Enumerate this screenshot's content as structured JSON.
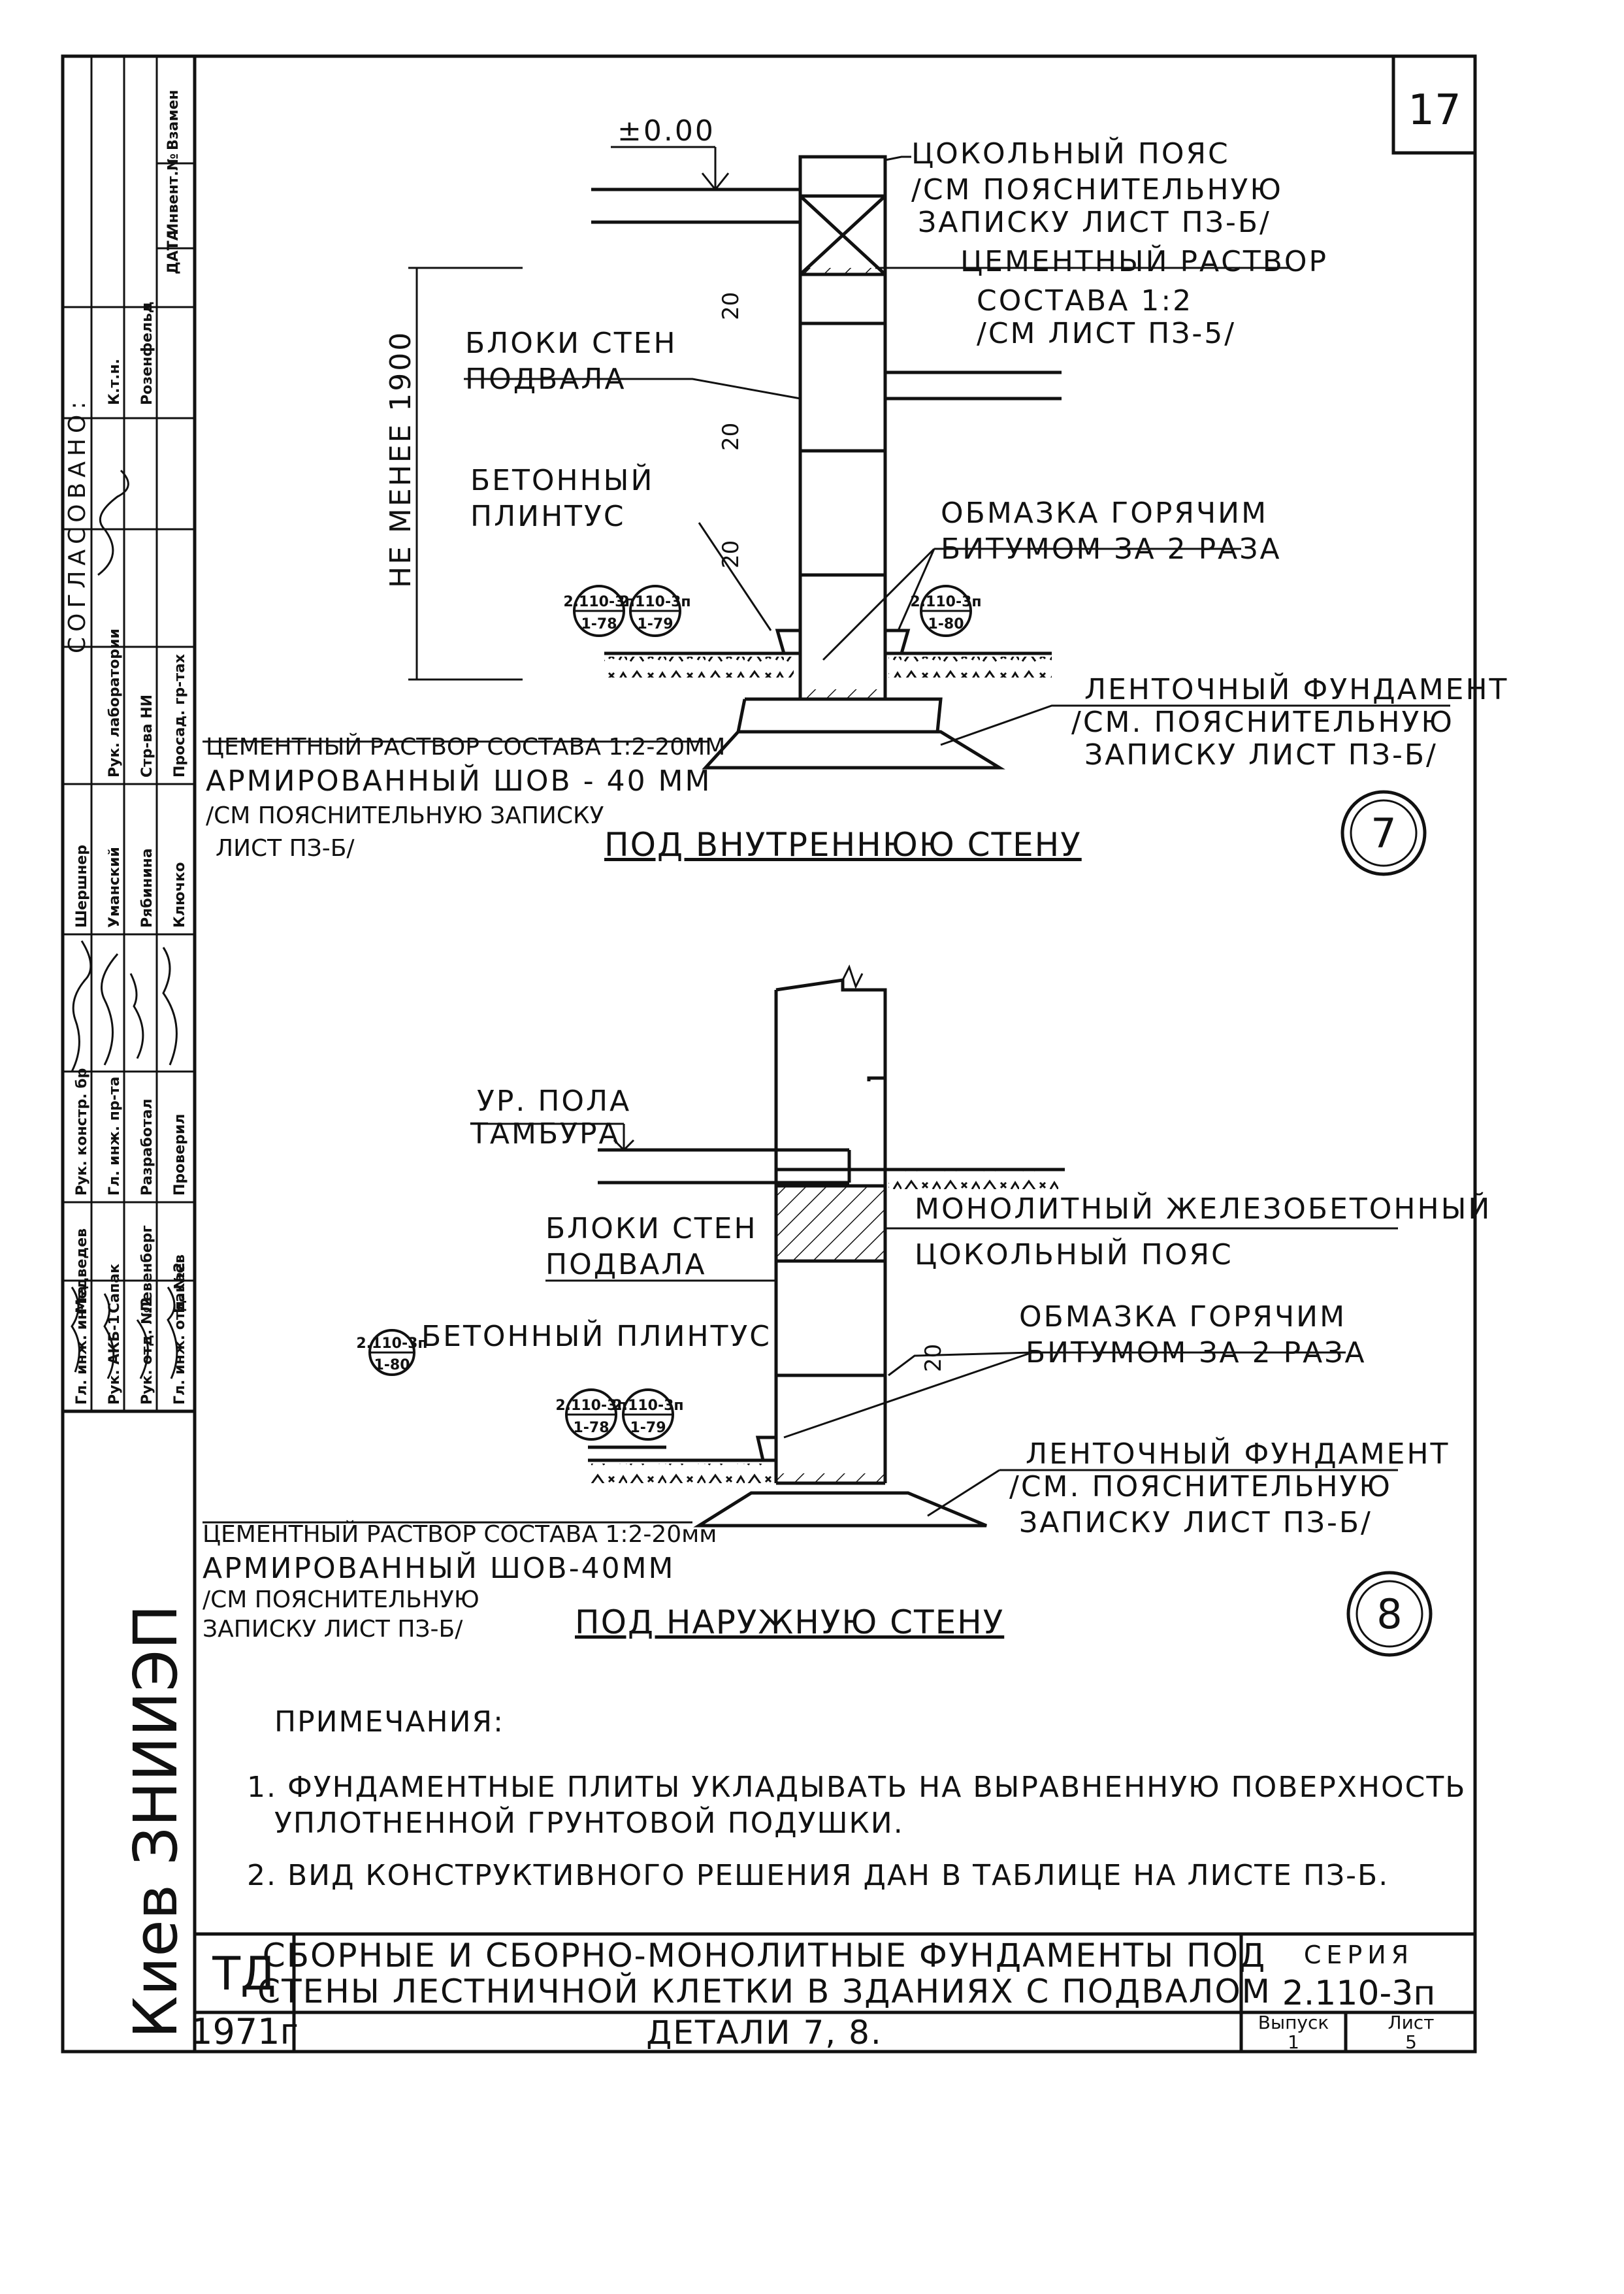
{
  "sheet_number": "17",
  "detail7": {
    "elevation": "±0.00",
    "labels": {
      "plinth_belt": "ЦОКОЛЬНЫЙ ПОЯС",
      "plinth_belt_ref_1": "/СМ ПОЯСНИТЕЛЬНУЮ",
      "plinth_belt_ref_2": "ЗАПИСКУ ЛИСТ ПЗ-Б/",
      "cement_mortar": "ЦЕМЕНТНЫЙ РАСТВОР",
      "cement_mortar_ref_1": "СОСТАВА 1:2",
      "cement_mortar_ref_2": "/СМ ЛИСТ ПЗ-5/",
      "wall_blocks_1": "БЛОКИ СТЕН",
      "wall_blocks_2": "ПОДВАЛА",
      "min_height": "НЕ МЕНЕЕ 1900",
      "concrete_plinth_1": "БЕТОННЫЙ",
      "concrete_plinth_2": "ПЛИНТУС",
      "bitumen_1": "ОБМАЗКА ГОРЯЧИМ",
      "bitumen_2": "БИТУМОМ ЗА 2 РАЗА",
      "strip_foundation": "ЛЕНТОЧНЫЙ ФУНДАМЕНТ",
      "strip_foundation_ref_1": "/СМ. ПОЯСНИТЕЛЬНУЮ",
      "strip_foundation_ref_2": "ЗАПИСКУ ЛИСТ ПЗ-Б/",
      "mortar_joint": "ЦЕМЕНТНЫЙ РАСТВОР СОСТАВА 1:2-20ММ",
      "reinforced_seam": "АРМИРОВАННЫЙ ШОВ - 40 ММ",
      "reinforced_seam_ref_1": "/СМ ПОЯСНИТЕЛЬНУЮ ЗАПИСКУ",
      "reinforced_seam_ref_2": "ЛИСТ ПЗ-Б/",
      "caption": "ПОД ВНУТРЕННЮЮ СТЕНУ",
      "detail_number": "7",
      "dim_20": "20"
    },
    "refs": [
      {
        "top": "2.110-3п",
        "bottom": "1-78"
      },
      {
        "top": "2.110-3п",
        "bottom": "1-79"
      },
      {
        "top": "2.110-3п",
        "bottom": "1-80"
      }
    ]
  },
  "detail8": {
    "labels": {
      "floor_level_1": "УР. ПОЛА",
      "floor_level_2": "ТАМБУРА",
      "wall_blocks_1": "БЛОКИ СТЕН",
      "wall_blocks_2": "ПОДВАЛА",
      "monolithic_belt_1": "МОНОЛИТНЫЙ ЖЕЛЕЗОБЕТОННЫЙ",
      "monolithic_belt_2": "ЦОКОЛЬНЫЙ ПОЯС",
      "concrete_plinth": "БЕТОННЫЙ ПЛИНТУС",
      "bitumen_1": "ОБМАЗКА ГОРЯЧИМ",
      "bitumen_2": "БИТУМОМ ЗА 2 РАЗА",
      "strip_foundation": "ЛЕНТОЧНЫЙ ФУНДАМЕНТ",
      "strip_foundation_ref_1": "/СМ. ПОЯСНИТЕЛЬНУЮ",
      "strip_foundation_ref_2": "ЗАПИСКУ ЛИСТ ПЗ-Б/",
      "mortar_joint": "ЦЕМЕНТНЫЙ РАСТВОР СОСТАВА 1:2-20мм",
      "reinforced_seam": "АРМИРОВАННЫЙ ШОВ-40ММ",
      "reinforced_seam_ref_1": "/СМ ПОЯСНИТЕЛЬНУЮ",
      "reinforced_seam_ref_2": "ЗАПИСКУ ЛИСТ ПЗ-Б/",
      "caption": "ПОД НАРУЖНУЮ СТЕНУ",
      "detail_number": "8",
      "dim_20": "20"
    },
    "refs": [
      {
        "top": "2.110-3п",
        "bottom": "1-80"
      },
      {
        "top": "2.110-3п",
        "bottom": "1-78"
      },
      {
        "top": "2.110-3п",
        "bottom": "1-79"
      }
    ]
  },
  "notes": {
    "heading": "ПРИМЕЧАНИЯ:",
    "items": [
      "1. ФУНДАМЕНТНЫЕ ПЛИТЫ УКЛАДЫВАТЬ НА ВЫРАВНЕННУЮ ПОВЕРХНОСТЬ",
      "УПЛОТНЕННОЙ ГРУНТОВОЙ ПОДУШКИ.",
      "2. ВИД КОНСТРУКТИВНОГО РЕШЕНИЯ ДАН В ТАБЛИЦЕ НА ЛИСТЕ ПЗ-Б."
    ]
  },
  "title_block": {
    "code": "ТД",
    "year": "1971г",
    "title_1": "СБОРНЫЕ И СБОРНО-МОНОЛИТНЫЕ ФУНДАМЕНТЫ ПОД",
    "title_2": "СТЕНЫ ЛЕСТНИЧНОЙ КЛЕТКИ В ЗДАНИЯХ С ПОДВАЛОМ",
    "subtitle": "ДЕТАЛИ 7, 8.",
    "series_label": "СЕРИЯ",
    "series_value": "2.110-3п",
    "issue_label": "Выпуск",
    "issue_value": "1",
    "sheet_label": "Лист",
    "sheet_value": "5"
  },
  "side_stamp": {
    "org": "Киев ЗНИИЭП",
    "agreed": "СОГЛАСОВАНО:",
    "date": "ДАТА",
    "inv_no": "Инвент.№",
    "replace": "Взамен",
    "roles": [
      {
        "title": "Рук. констр. бр",
        "name": "Шершнер"
      },
      {
        "title": "Гл. инж. пр-та",
        "name": "Уманский"
      },
      {
        "title": "Разработал",
        "name": "Рябинина"
      },
      {
        "title": "Проверил",
        "name": "Ключко"
      },
      {
        "title": "Гл. инж. ин-та",
        "name": "Медведев"
      },
      {
        "title": "Рук. АКБ-1",
        "name": "Сапак"
      },
      {
        "title": "Рук. отд. №2",
        "name": "Левенберг"
      },
      {
        "title": "Гл. инж. отд. №2",
        "name": "Бакаев"
      }
    ],
    "agreed_rows": [
      {
        "title": "Рук. лаборатории",
        "name": "К.т.н."
      },
      {
        "title": "Стр-ва НИ",
        "name": "Розенфельд"
      },
      {
        "title": "Просад. гр-тах",
        "name": ""
      }
    ]
  }
}
